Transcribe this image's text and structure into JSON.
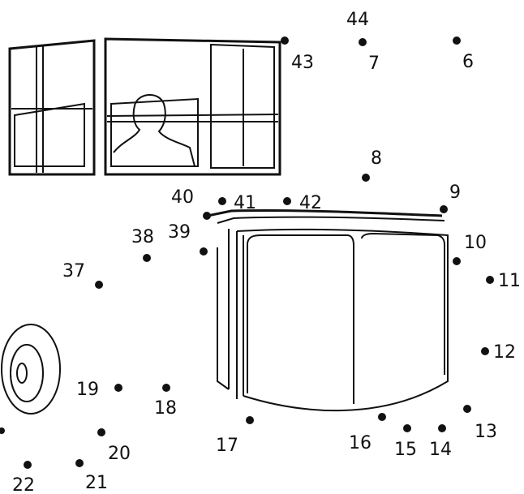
{
  "puzzle": {
    "dots": [
      {
        "n": "6"
      },
      {
        "n": "7"
      },
      {
        "n": "8"
      },
      {
        "n": "9"
      },
      {
        "n": "10"
      },
      {
        "n": "11"
      },
      {
        "n": "12"
      },
      {
        "n": "13"
      },
      {
        "n": "14"
      },
      {
        "n": "15"
      },
      {
        "n": "16"
      },
      {
        "n": "17"
      },
      {
        "n": "18"
      },
      {
        "n": "19"
      },
      {
        "n": "20"
      },
      {
        "n": "21"
      },
      {
        "n": "22"
      },
      {
        "n": "37"
      },
      {
        "n": "38"
      },
      {
        "n": "39"
      },
      {
        "n": "40"
      },
      {
        "n": "41"
      },
      {
        "n": "42"
      },
      {
        "n": "43"
      },
      {
        "n": "44"
      }
    ]
  }
}
